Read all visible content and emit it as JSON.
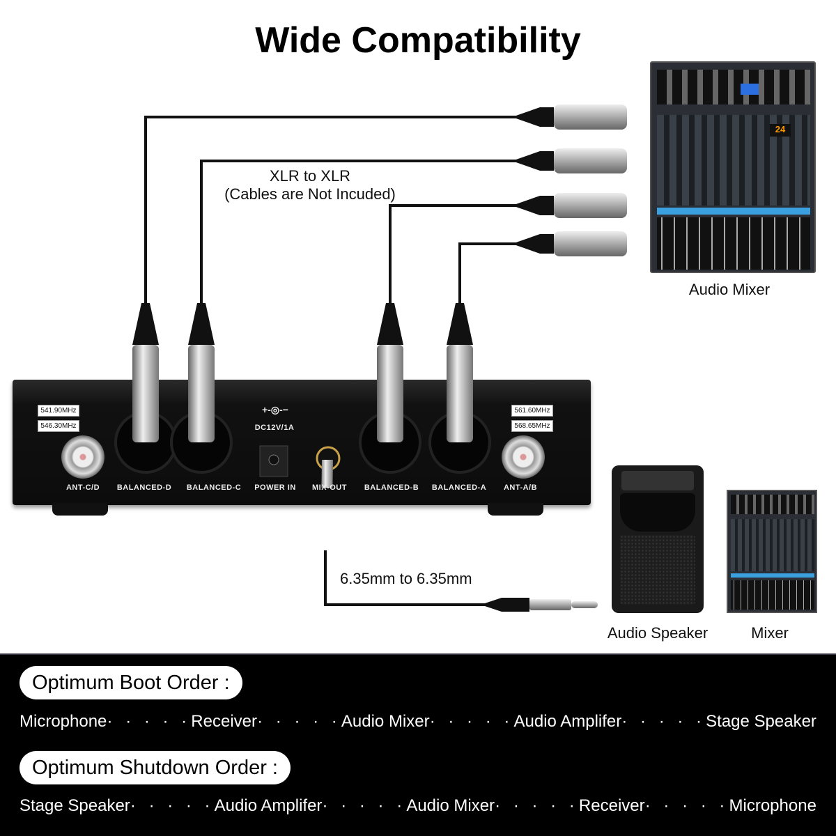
{
  "title": "Wide Compatibility",
  "cable_xlr": {
    "line1": "XLR to XLR",
    "line2": "(Cables are Not Incuded)"
  },
  "cable_jack": "6.35mm to 6.35mm",
  "devices": {
    "audio_mixer": "Audio Mixer",
    "audio_speaker": "Audio Speaker",
    "mixer": "Mixer"
  },
  "receiver": {
    "ports": [
      "ANT-C/D",
      "BALANCED-D",
      "BALANCED-C",
      "POWER IN",
      "MIX-OUT",
      "BALANCED-B",
      "BALANCED-A",
      "ANT-A/B"
    ],
    "freq_left": [
      "541.90MHz",
      "546.30MHz"
    ],
    "freq_right": [
      "561.60MHz",
      "568.65MHz"
    ],
    "power_symbol": "+-◎-−",
    "power_rating": "DC12V/1A"
  },
  "mixer_display": "24",
  "boot": {
    "label": "Optimum Boot Order :",
    "items": [
      "Microphone",
      "Receiver",
      "Audio Mixer",
      "Audio Amplifer",
      "Stage Speaker"
    ]
  },
  "shutdown": {
    "label": "Optimum Shutdown Order :",
    "items": [
      "Stage Speaker",
      "Audio Amplifer",
      "Audio Mixer",
      "Receiver",
      "Microphone"
    ]
  },
  "separator": "· · · · ·"
}
